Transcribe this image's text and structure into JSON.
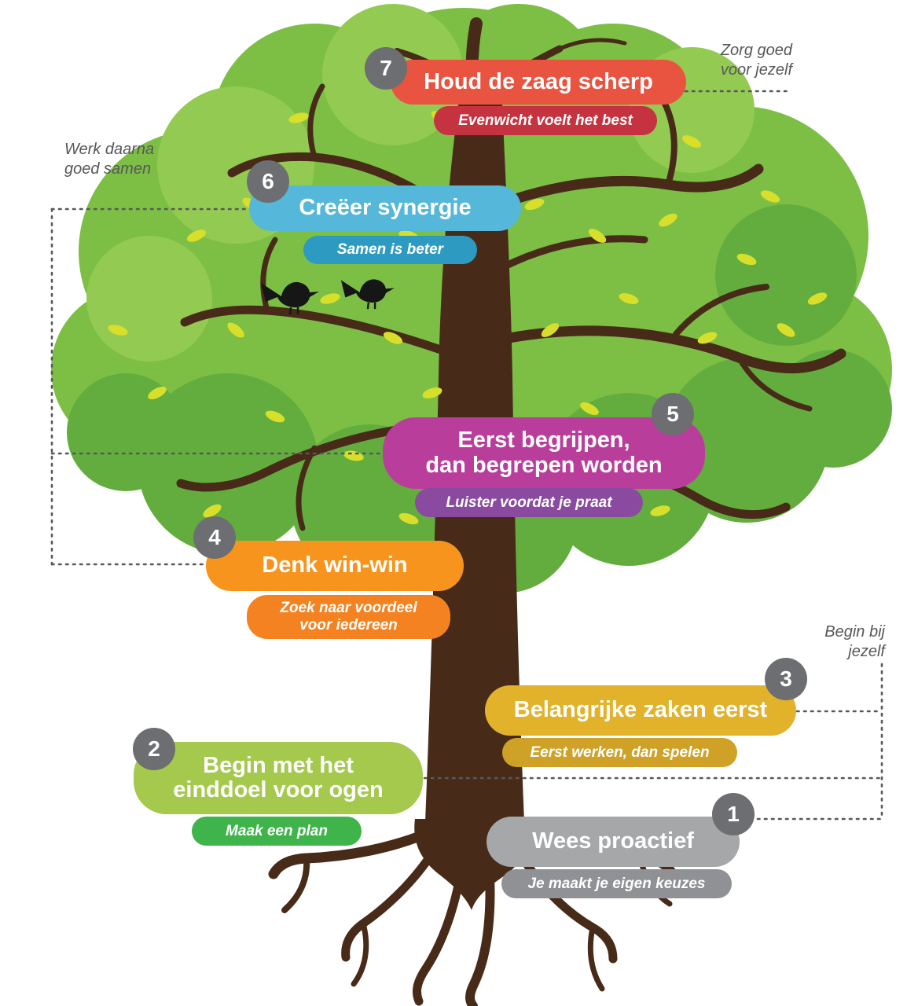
{
  "habits": [
    {
      "num": "1",
      "title": "Wees proactief",
      "subtitle": "Je maakt je eigen keuzes",
      "title_color": "#a6a7a9",
      "subtitle_color": "#909194"
    },
    {
      "num": "2",
      "title": "Begin met het\neinddoel voor ogen",
      "subtitle": "Maak een plan",
      "title_color": "#a4c94c",
      "subtitle_color": "#3fb44a"
    },
    {
      "num": "3",
      "title": "Belangrijke zaken eerst",
      "subtitle": "Eerst werken, dan spelen",
      "title_color": "#e2b22b",
      "subtitle_color": "#cfa127"
    },
    {
      "num": "4",
      "title": "Denk win-win",
      "subtitle": "Zoek naar voordeel\nvoor iedereen",
      "title_color": "#f7941e",
      "subtitle_color": "#f58220"
    },
    {
      "num": "5",
      "title": "Eerst begrijpen,\ndan begrepen worden",
      "subtitle": "Luister voordat je praat",
      "title_color": "#b93e9c",
      "subtitle_color": "#8a4a9f"
    },
    {
      "num": "6",
      "title": "Creëer synergie",
      "subtitle": "Samen is beter",
      "title_color": "#55b7da",
      "subtitle_color": "#2d9bc1"
    },
    {
      "num": "7",
      "title": "Houd de zaag scherp",
      "subtitle": "Evenwicht voelt het best",
      "title_color": "#e85440",
      "subtitle_color": "#c4333f"
    }
  ],
  "annotations": {
    "zorg": {
      "text": "Zorg goed\nvoor jezelf"
    },
    "werk": {
      "text": "Werk daarna\ngoed samen"
    },
    "begin": {
      "text": "Begin bij\njezelf"
    }
  },
  "number_badge_color": "#6d6e71",
  "colors": {
    "background": "#ffffff",
    "canopy_main": "#7cbf44",
    "canopy_dark": "#63ad3f",
    "canopy_light": "#93ca52",
    "trunk": "#472b18",
    "leaf": "#d7df2b",
    "bird": "#161616",
    "dotted_line": "#58585b",
    "annotation_text": "#57575a"
  }
}
